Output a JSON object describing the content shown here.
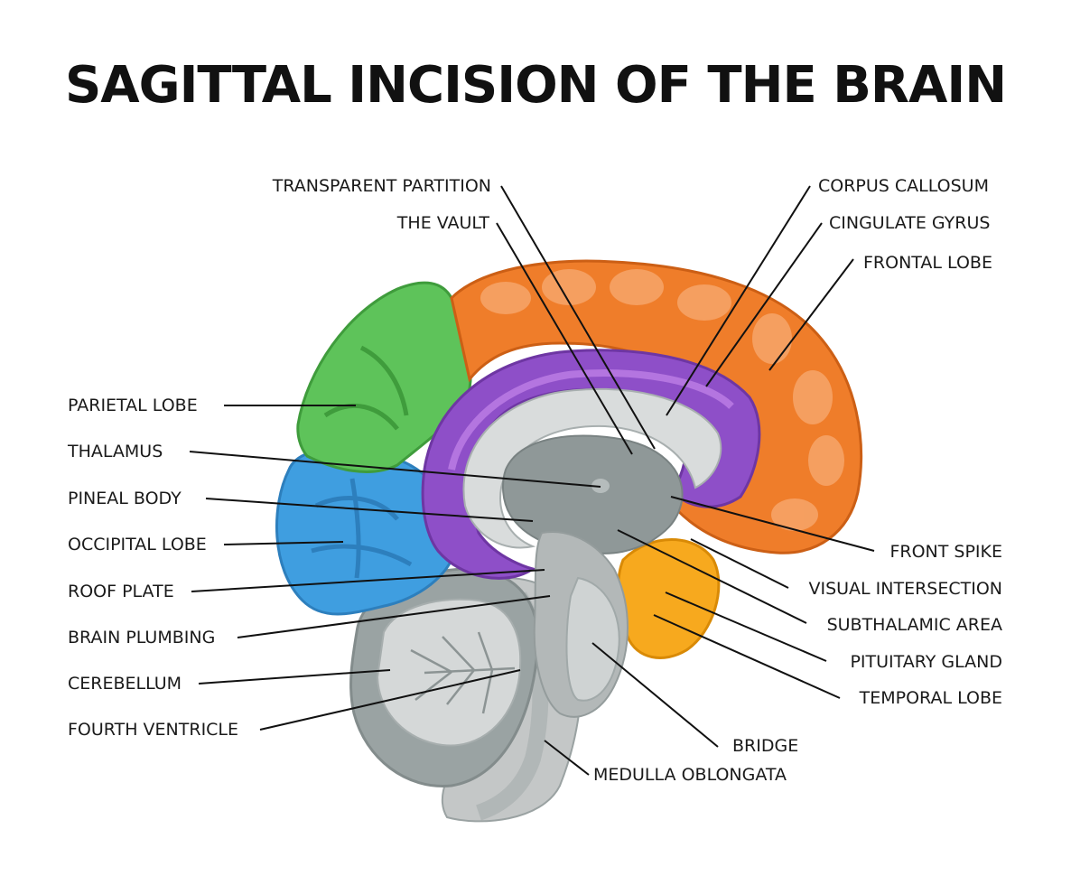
{
  "title": "SAGITTAL INCISION OF THE BRAIN",
  "colors": {
    "frontal": "#ef7d2a",
    "parietal": "#5ec35a",
    "occipital": "#3f9ee0",
    "cingulate": "#8e4fc8",
    "temporal": "#f7a91e",
    "gray": "#b9bcbc",
    "gray_dark": "#8f9898"
  },
  "labels": {
    "transparent_partition": "TRANSPARENT PARTITION",
    "the_vault": "THE VAULT",
    "corpus_callosum": "CORPUS CALLOSUM",
    "cingulate_gyrus": "CINGULATE GYRUS",
    "frontal_lobe": "FRONTAL LOBE",
    "parietal_lobe": "PARIETAL LOBE",
    "thalamus": "THALAMUS",
    "pineal_body": "PINEAL BODY",
    "occipital_lobe": "OCCIPITAL LOBE",
    "roof_plate": "ROOF PLATE",
    "brain_plumbing": "BRAIN PLUMBING",
    "cerebellum": "CEREBELLUM",
    "fourth_ventricle": "FOURTH VENTRICLE",
    "front_spike": "FRONT SPIKE",
    "visual_intersection": "VISUAL INTERSECTION",
    "subthalamic_area": "SUBTHALAMIC AREA",
    "pituitary_gland": "PITUITARY GLAND",
    "temporal_lobe": "TEMPORAL LOBE",
    "bridge": "BRIDGE",
    "medulla_oblongata": "MEDULLA OBLONGATA"
  }
}
